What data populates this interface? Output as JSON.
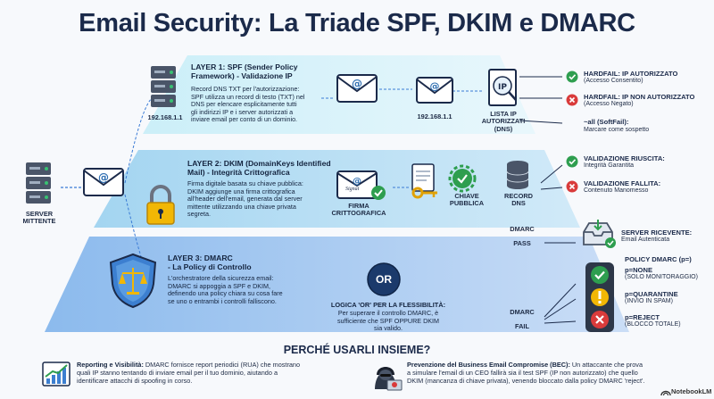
{
  "title": "Email Security: La Triade SPF, DKIM e DMARC",
  "left_server": {
    "label": "SERVER\nMITTENTE"
  },
  "layer1": {
    "title": "LAYER 1: SPF (Sender Policy\nFramework) - Validazione IP",
    "desc": "Record DNS TXT per l'autorizzazione:\nSPF utilizza un record di testo (TXT) nel\nDNS per elencare esplicitamente tutti\ngli indirizzi IP e i server autorizzati a\ninviare email per conto di un dominio.",
    "server_ip": "192.168.1.1",
    "ip2": "192.168.1.1",
    "ip_list_label": "LISTA IP\nAUTORIZZATI\n(DNS)"
  },
  "layer2": {
    "title": "LAYER 2: DKIM (DomainKeys Identified\nMail) - Integrità Crittografica",
    "desc": "Firma digitale basata su chiave pubblica:\nDKIM aggiunge una firma crittografica\nall'header dell'email, generata dal server\nmittente utilizzando una chiave privata\nsegreta.",
    "signature_label": "FIRMA\nCRITTOGRAFICA",
    "signature_word": "Signat",
    "key_label": "CHIAVE\nPUBBLICA",
    "dns_label": "RECORD\nDNS"
  },
  "layer3": {
    "title": "LAYER 3: DMARC\n- La Policy di Controllo",
    "desc": "L'orchestratore della sicurezza email:\nDMARC si appoggia a SPF e DKIM,\ndefinendo una policy chiara su cosa fare\nse uno o entrambi i controlli falliscono.",
    "or_label": "OR",
    "or_title": "LOGICA 'OR' PER LA FLESSIBILITÀ:",
    "or_desc": "Per superare il controllo DMARC, è\nsufficiente che SPF OPPURE DKIM\nsia valido.",
    "dmarc_pass": "DMARC\n\nPASS",
    "dmarc_fail": "DMARC\n\nFAIL"
  },
  "right": {
    "spf_pass_title": "HARDFAIL: IP AUTORIZZATO",
    "spf_pass_sub": "(Accesso Consentito)",
    "spf_fail_title": "HARDFAIL: IP NON AUTORIZZATO",
    "spf_fail_sub": "(Accesso Negato)",
    "softfail_title": "~all (SoftFail):",
    "softfail_sub": "Marcare come sospetto",
    "dkim_pass_title": "VALIDAZIONE RIUSCITA:",
    "dkim_pass_sub": "Integrità Garantita",
    "dkim_fail_title": "VALIDAZIONE FALLITA:",
    "dkim_fail_sub": "Contenuto Manomesso",
    "receiver_title": "SERVER RICEVENTE:",
    "receiver_sub": "Email Autenticata",
    "policy_title": "POLICY DMARC (p=)",
    "p_none": "p=NONE",
    "p_none_sub": "(SOLO MONITORAGGIO)",
    "p_quarantine": "p=QUARANTINE",
    "p_quarantine_sub": "(INVIO IN SPAM)",
    "p_reject": "p=REJECT",
    "p_reject_sub": "(BLOCCO TOTALE)"
  },
  "why_title": "PERCHÉ USARLI INSIEME?",
  "bottom_left": {
    "bold": "Reporting e Visibilità:",
    "text": " DMARC fornisce report periodici (RUA) che mostrano\nquali IP stanno tentando di inviare email per il tuo dominio, aiutando a\nidentificare attacchi di spoofing in corso."
  },
  "bottom_right": {
    "bold": "Prevenzione del Business Email Compromise (BEC):",
    "text": " Un attaccante che prova\na simulare l'email di un CEO fallirà sia il test SPF (IP non autorizzato) che quello\nDKIM (mancanza di chiave privata), venendo bloccato dalla policy DMARC 'reject'."
  },
  "brand": "NotebookLM",
  "colors": {
    "green": "#2e9e4f",
    "red": "#d93b3b",
    "navy": "#1b2a4a",
    "layer1": "#a9ddf0",
    "layer2": "#86c4ea",
    "layer3": "#6ea6e4"
  }
}
